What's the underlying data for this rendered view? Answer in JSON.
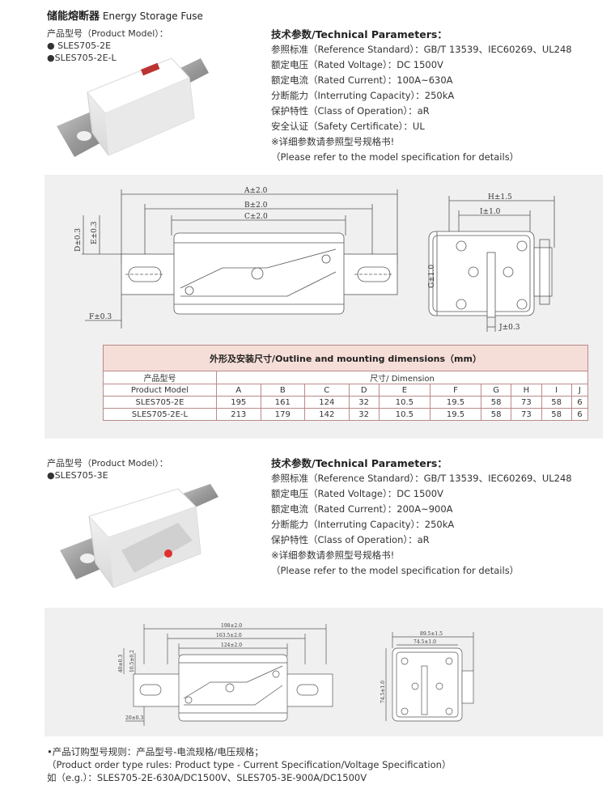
{
  "header": {
    "title_cn": "储能熔断器",
    "title_en": "Energy Storage Fuse"
  },
  "product1": {
    "model_label": "产品型号（Product Model）：",
    "models": [
      "● SLES705-2E",
      "●SLES705-2E-L"
    ],
    "params_heading": "技术参数/Technical Parameters：",
    "params": [
      "参照标准（Reference Standard）：GB/T 13539、IEC60269、UL248",
      "额定电压（Rated Voltage）：DC 1500V",
      "额定电流（Rated Current）：100A~630A",
      "分断能力（Interruting Capacity）：250kA",
      "保护特性（Class of Operation）：aR",
      "安全认证（Safety Certificate）：UL",
      "※详细参数请参照型号规格书!",
      "（Please refer to the model specification for details）"
    ]
  },
  "drawing1": {
    "labels": {
      "A": "A±2.0",
      "B": "B±2.0",
      "C": "C±2.0",
      "D": "D±0.3",
      "E": "E±0.3",
      "F": "F±0.3",
      "G": "G±1.0",
      "H": "H±1.5",
      "I": "I±1.0",
      "J": "J±0.3"
    }
  },
  "dimension_table": {
    "title": "外形及安装尺寸/Outline and mounting dimensions（mm）",
    "model_header_cn": "产品型号",
    "model_header_en": "Product Model",
    "dim_header": "尺寸/ Dimension",
    "columns": [
      "A",
      "B",
      "C",
      "D",
      "E",
      "F",
      "G",
      "H",
      "I",
      "J"
    ],
    "rows": [
      {
        "model": "SLES705-2E",
        "values": [
          "195",
          "161",
          "124",
          "32",
          "10.5",
          "19.5",
          "58",
          "73",
          "58",
          "6"
        ]
      },
      {
        "model": "SLES705-2E-L",
        "values": [
          "213",
          "179",
          "142",
          "32",
          "10.5",
          "19.5",
          "58",
          "73",
          "58",
          "6"
        ]
      }
    ]
  },
  "product2": {
    "model_label": "产品型号（Product Model）：",
    "models": [
      "●SLES705-3E"
    ],
    "params_heading": "技术参数/Technical Parameters：",
    "params": [
      "参照标准（Reference Standard）：GB/T 13539、IEC60269、UL248",
      "额定电压（Rated Voltage）：DC 1500V",
      "额定电流（Rated Current）：200A~900A",
      "分断能力（Interruting Capacity）：250kA",
      "保护特性（Class of Operation）：aR",
      "※详细参数请参照型号规格书!",
      "（Please refer to the model specification for details）"
    ]
  },
  "drawing2": {
    "labels": {
      "a": "198±2.0",
      "b": "163.5±2.0",
      "c": "124±2.0",
      "d": "40±0.3",
      "e": "10.5±0.2",
      "f": "20±0.3",
      "g": "74.5±1.0",
      "h": "89.5±1.5",
      "i": "74.5±1.0"
    }
  },
  "footer": {
    "lines": [
      "•产品订购型号规则：产品型号-电流规格/电压规格；",
      "（Product order type rules: Product type - Current Specification/Voltage Specification）",
      "如（e.g.）：SLES705-2E-630A/DC1500V、SLES705-3E-900A/DC1500V"
    ]
  }
}
